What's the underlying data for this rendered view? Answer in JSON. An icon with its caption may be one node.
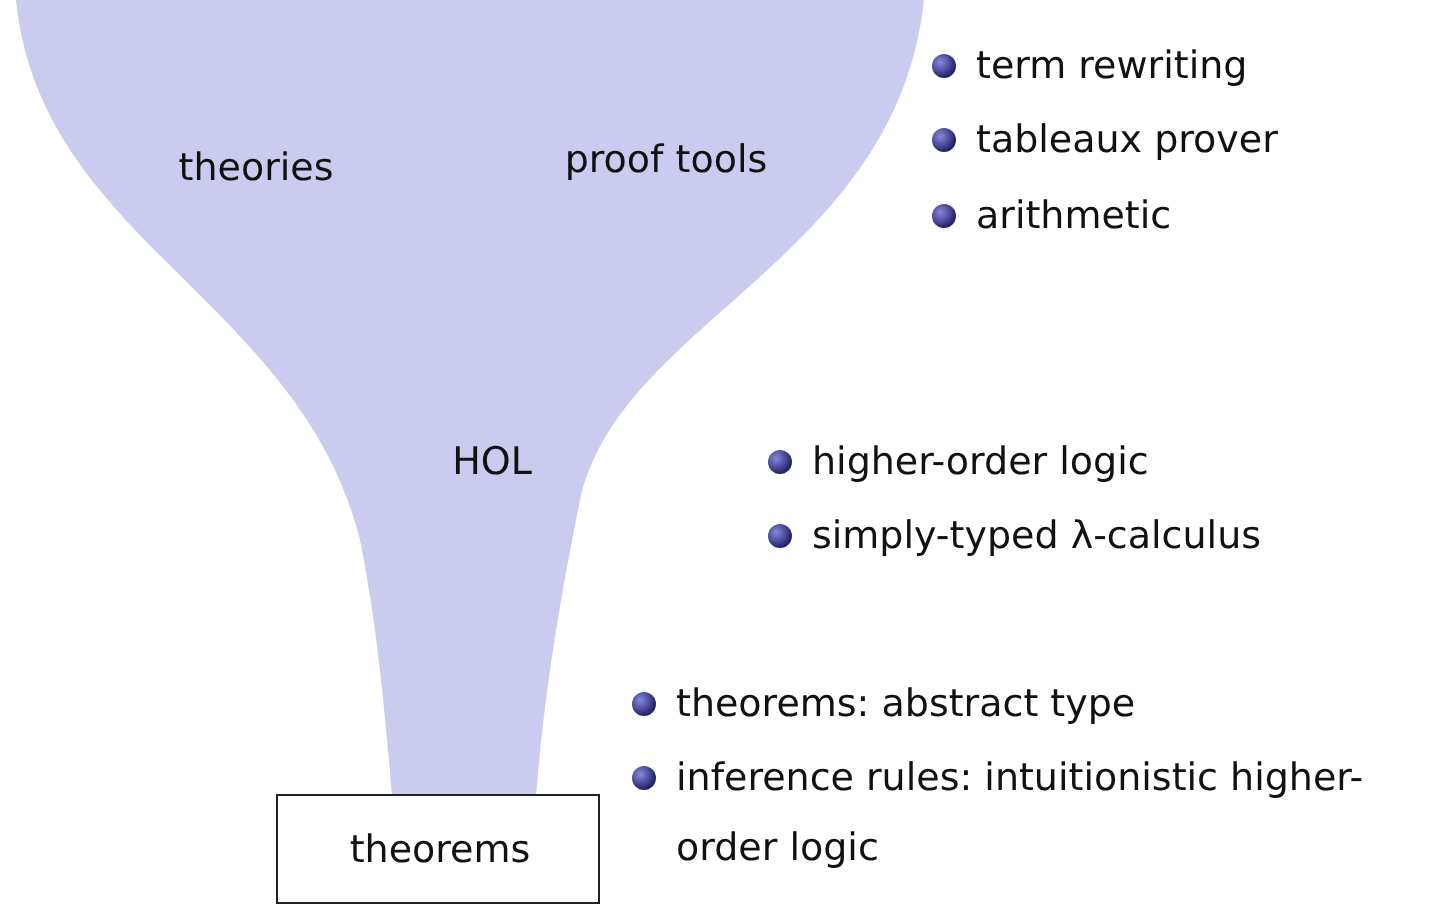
{
  "diagram": {
    "nodes": [
      {
        "text": [
          "theories",
          "proof tools",
          "HOL"
        ]
      },
      {
        "text": [
          "theorems"
        ]
      }
    ],
    "labels": [
      "term rewriting",
      "tableaux prover",
      "arithmetic",
      "higher-order logic",
      "simply-typed λ-calculus",
      "theorems: abstract type",
      "inference rules: intuitionistic higher-order logic"
    ]
  }
}
